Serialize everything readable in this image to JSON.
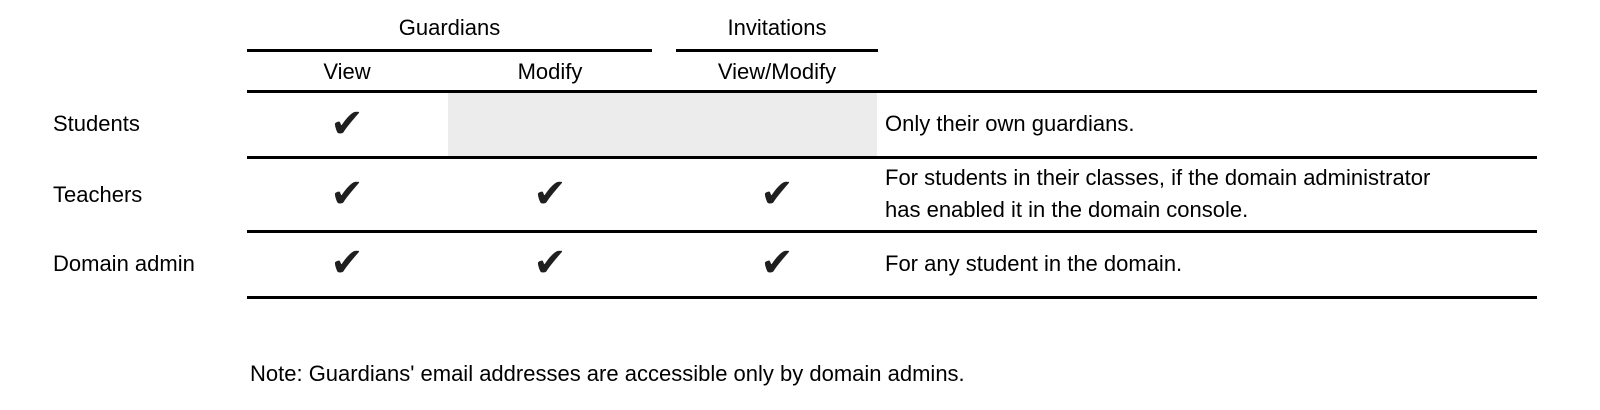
{
  "table": {
    "groups": {
      "guardians": "Guardians",
      "invitations": "Invitations"
    },
    "columns": {
      "view": "View",
      "modify": "Modify",
      "view_modify": "View/Modify"
    },
    "check_glyph": "✔",
    "rows": [
      {
        "label": "Students",
        "guardians_view": true,
        "guardians_modify": false,
        "invitations_view_modify": false,
        "note_lines": [
          "Only their own guardians."
        ]
      },
      {
        "label": "Teachers",
        "guardians_view": true,
        "guardians_modify": true,
        "invitations_view_modify": true,
        "note_lines": [
          "For students in their classes, if the domain administrator",
          "has enabled it in the domain console."
        ]
      },
      {
        "label": "Domain admin",
        "guardians_view": true,
        "guardians_modify": true,
        "invitations_view_modify": true,
        "note_lines": [
          "For any student in the domain."
        ]
      }
    ]
  },
  "footnote": "Note: Guardians' email addresses are accessible only by domain admins.",
  "colors": {
    "text": "#000000",
    "rule": "#000000",
    "check": "#1f1f1f",
    "disabled_bg": "#ececec",
    "background": "#ffffff"
  }
}
